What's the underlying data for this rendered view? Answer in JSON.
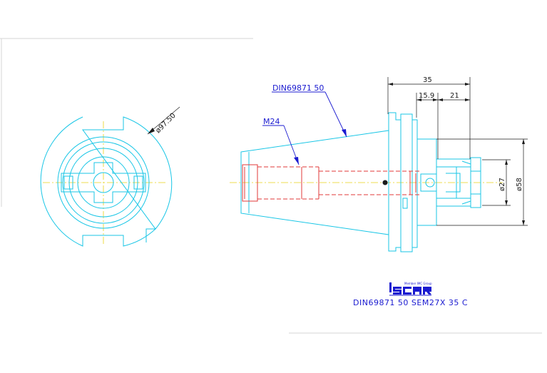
{
  "drawing": {
    "callouts": {
      "taper_label": "DIN69871 50",
      "thread_label": "M24"
    },
    "dimensions": {
      "flange_diameter": "ø97.50",
      "overall_length": "35",
      "gauge_length": "15.9",
      "offset_length": "21",
      "bore_diameter": "ø27",
      "body_diameter": "ø58"
    },
    "logo": {
      "brand": "ISCAR",
      "tagline": "Member IMC Group"
    },
    "caption": "DIN69871 50 SEM27X 35 C"
  },
  "colors": {
    "outline": "#19c6e6",
    "hidden": "#e03a3a",
    "centerline": "#e8d21a",
    "annotation": "#1a1ad0",
    "dimension": "#1a1a1a"
  }
}
